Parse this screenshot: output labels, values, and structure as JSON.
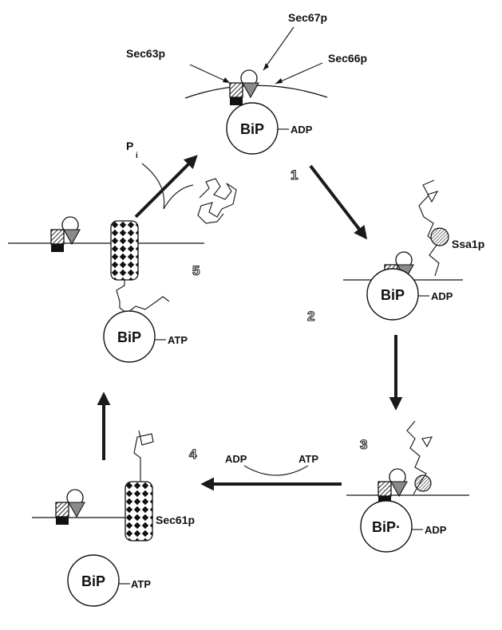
{
  "labels": {
    "sec63p": "Sec63p",
    "sec67p": "Sec67p",
    "sec66p": "Sec66p",
    "ssa1p": "Ssa1p",
    "sec61p": "Sec61p",
    "pi_main": "P",
    "pi_sub": "i"
  },
  "bip": {
    "plain": "BiP",
    "starred": "BiP·"
  },
  "nucleotides": {
    "adp": "ADP",
    "atp": "ATP"
  },
  "steps": [
    "1",
    "2",
    "3",
    "4",
    "5"
  ],
  "colors": {
    "ink": "#1a1a1a",
    "triangle_fill": "#8a8a8a",
    "background": "#ffffff"
  }
}
